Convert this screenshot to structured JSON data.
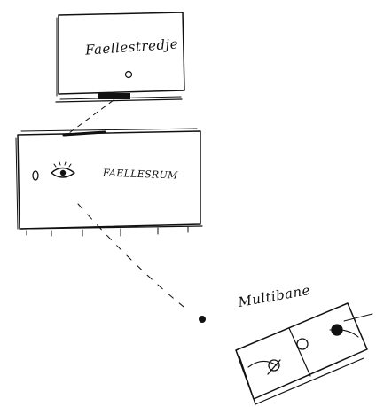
{
  "labels": {
    "top_box": "Faellestredje",
    "middle_box": "FAELLESRUM",
    "bottom_box": "Multibane"
  },
  "colors": {
    "ink": "#111111",
    "paper": "#ffffff"
  },
  "icons": [
    "eye-icon",
    "circle-marker"
  ]
}
